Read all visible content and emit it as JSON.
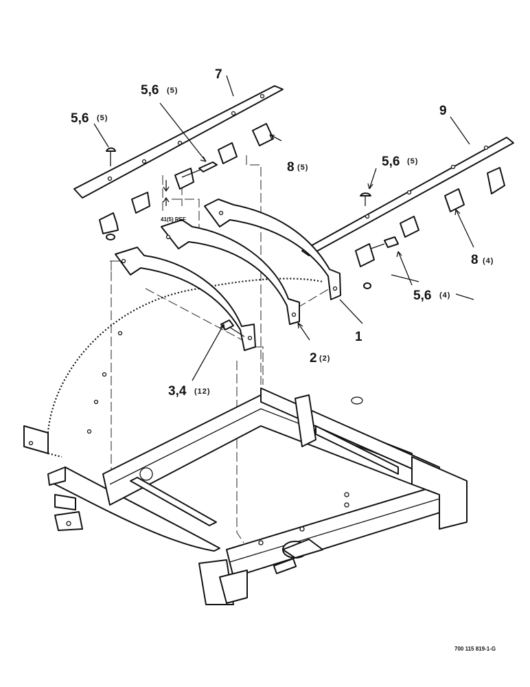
{
  "callouts": [
    {
      "id": "c7",
      "number": "7",
      "qty": ""
    },
    {
      "id": "c56a",
      "number": "5,6",
      "qty": "(5)"
    },
    {
      "id": "c56b",
      "number": "5,6",
      "qty": "(5)"
    },
    {
      "id": "c9",
      "number": "9",
      "qty": ""
    },
    {
      "id": "c8a",
      "number": "8",
      "qty": "(5)"
    },
    {
      "id": "c56c",
      "number": "5,6",
      "qty": "(5)"
    },
    {
      "id": "c8b",
      "number": "8",
      "qty": "(4)"
    },
    {
      "id": "c56d",
      "number": "5,6",
      "qty": "(4)"
    },
    {
      "id": "c1",
      "number": "1",
      "qty": ""
    },
    {
      "id": "c2",
      "number": "2",
      "qty": "(2)"
    },
    {
      "id": "c34",
      "number": "3,4",
      "qty": "(12)"
    }
  ],
  "ref_note": "41(5) REF",
  "drawing_number": "700 115 819-1-G"
}
